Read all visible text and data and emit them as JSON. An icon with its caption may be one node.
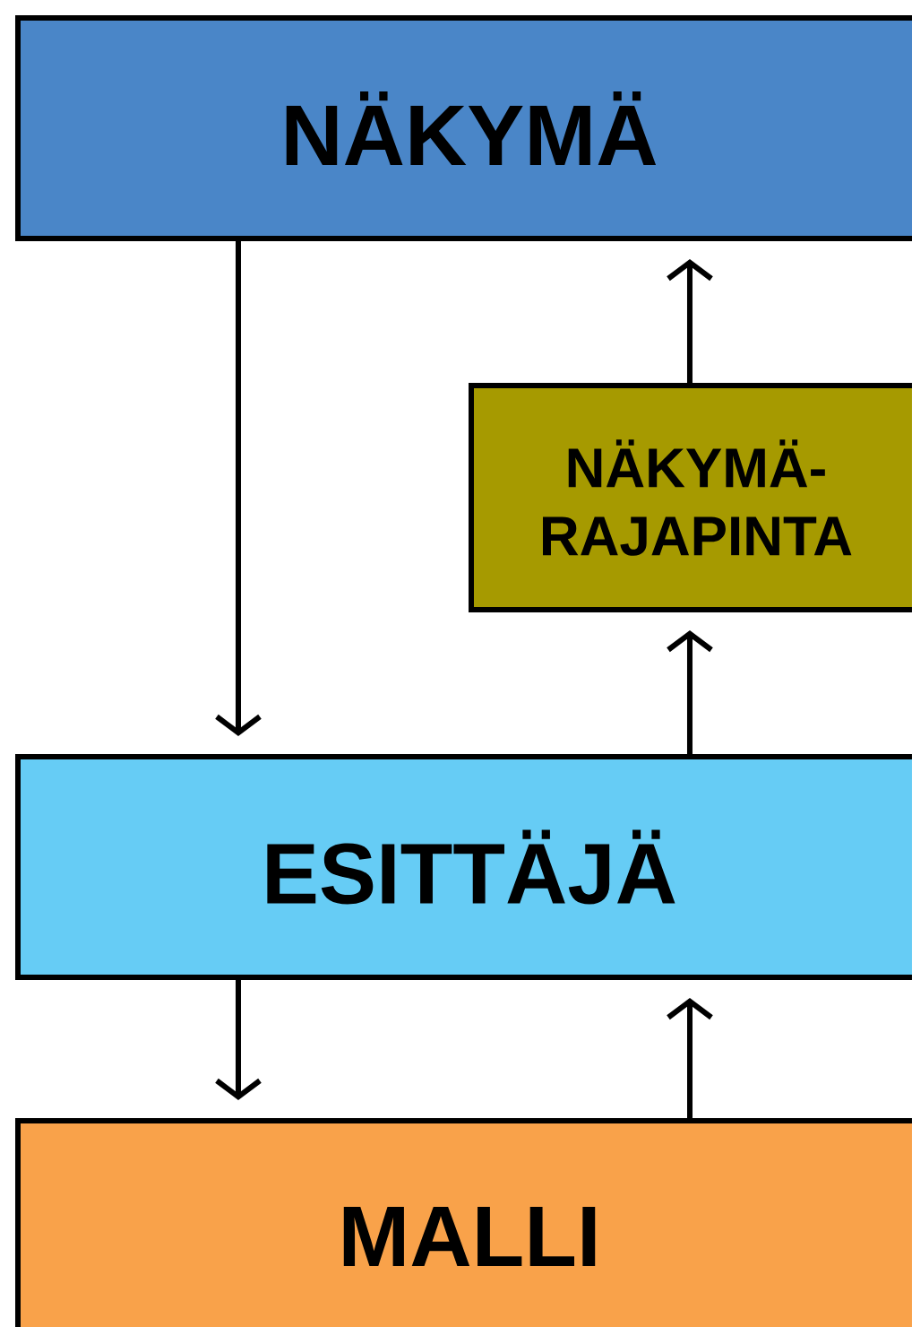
{
  "diagram": {
    "nodes": [
      {
        "text": [
          "NÄKYMÄ"
        ]
      },
      {
        "text": [
          "NÄKYMÄ-RAJAPINTA"
        ]
      },
      {
        "text": [
          "ESITTÄJÄ"
        ]
      },
      {
        "text": [
          "MALLI"
        ]
      }
    ],
    "edges": [
      {
        "from": 0,
        "to": 2,
        "arrow": "to"
      },
      {
        "from": 2,
        "to": 1,
        "arrow": "to"
      },
      {
        "from": 1,
        "to": 0,
        "arrow": "to"
      },
      {
        "from": 2,
        "to": 3,
        "arrow": "to"
      },
      {
        "from": 3,
        "to": 2,
        "arrow": "to"
      }
    ]
  }
}
